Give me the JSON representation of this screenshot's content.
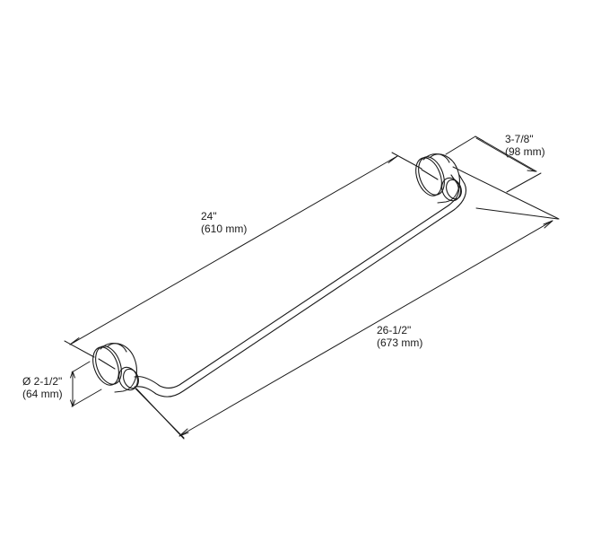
{
  "diagram": {
    "subject": "towel-bar",
    "line_color": "#1a1a1a",
    "background": "#ffffff",
    "dimensions": {
      "depth": {
        "imperial": "3-7/8\"",
        "metric": "(98 mm)"
      },
      "bar_length": {
        "imperial": "24\"",
        "metric": "(610 mm)"
      },
      "overall_length": {
        "imperial": "26-1/2\"",
        "metric": "(673 mm)"
      },
      "post_diameter": {
        "imperial": "Ø 2-1/2\"",
        "metric": "(64 mm)"
      }
    }
  }
}
